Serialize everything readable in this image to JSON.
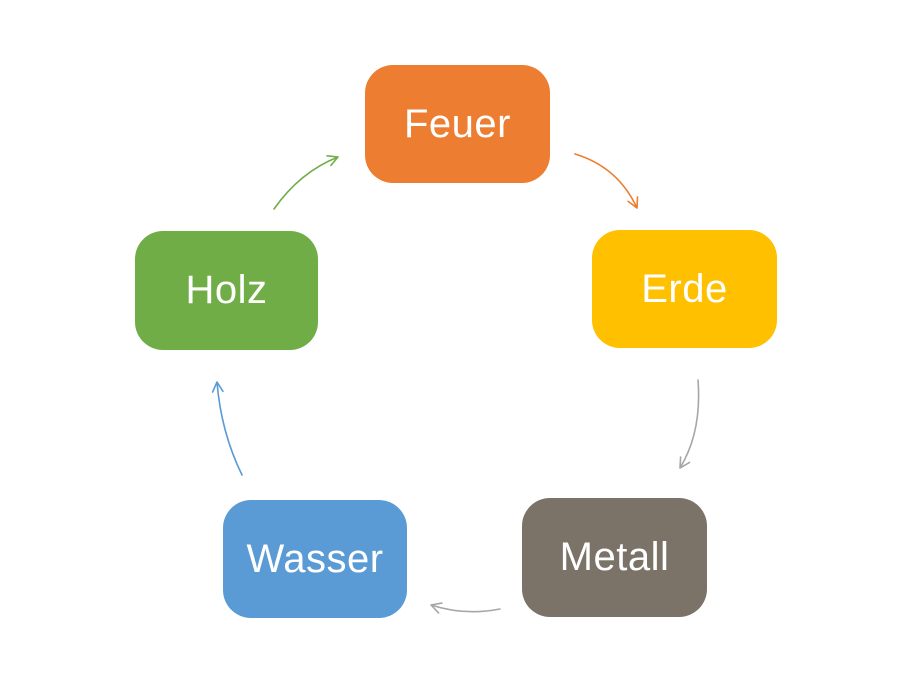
{
  "diagram": {
    "type": "cycle",
    "background": "#ffffff",
    "text_color": "#ffffff",
    "nodes": [
      {
        "id": "feuer",
        "label": "Feuer",
        "color": "#ED7D31"
      },
      {
        "id": "erde",
        "label": "Erde",
        "color": "#FFC000"
      },
      {
        "id": "metall",
        "label": "Metall",
        "color": "#7B7268"
      },
      {
        "id": "wasser",
        "label": "Wasser",
        "color": "#5B9BD5"
      },
      {
        "id": "holz",
        "label": "Holz",
        "color": "#70AD47"
      }
    ],
    "arrows": [
      {
        "from": "feuer",
        "to": "erde",
        "color": "#ED7D31"
      },
      {
        "from": "erde",
        "to": "metall",
        "color": "#A6A6A6"
      },
      {
        "from": "metall",
        "to": "wasser",
        "color": "#A6A6A6"
      },
      {
        "from": "wasser",
        "to": "holz",
        "color": "#5B9BD5"
      },
      {
        "from": "holz",
        "to": "feuer",
        "color": "#70AD47"
      }
    ]
  }
}
